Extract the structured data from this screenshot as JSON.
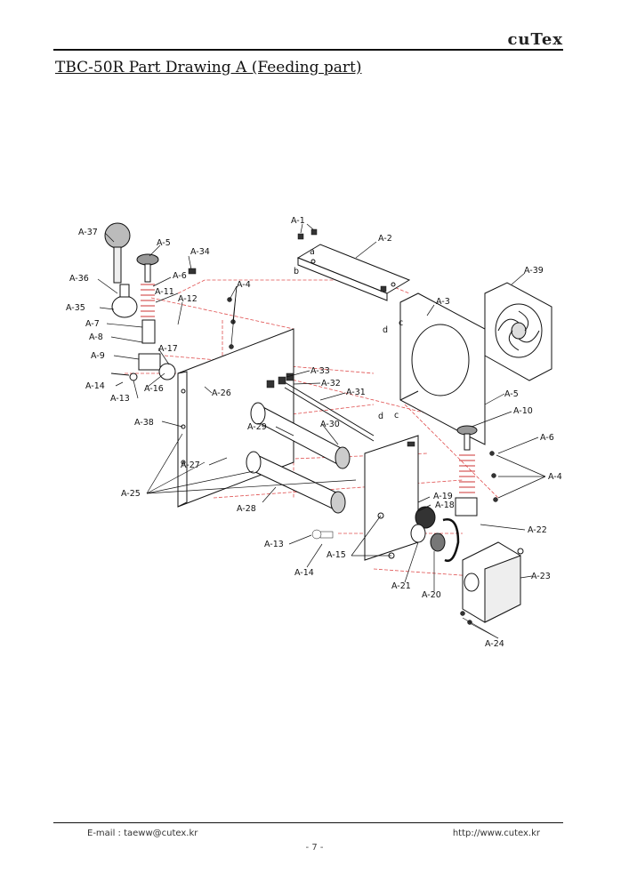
{
  "header": {
    "brand": "cuTex",
    "title": "TBC-50R Part Drawing A (Feeding part)"
  },
  "labels": [
    "A-1",
    "a",
    "A-2",
    "b",
    "A-37",
    "A-5",
    "A-34",
    "A-36",
    "A-6",
    "A-4",
    "A-39",
    "A-11",
    "A-12",
    "A-35",
    "c",
    "d",
    "A-3",
    "A-7",
    "A-8",
    "A-17",
    "A-9",
    "A-33",
    "A-32",
    "A-14",
    "A-16",
    "A-26",
    "A-31",
    "A-5",
    "A-13",
    "A-10",
    "d",
    "c",
    "A-38",
    "A-29",
    "A-30",
    "A-6",
    "A-4",
    "A-27",
    "A-25",
    "A-19",
    "A-18",
    "A-28",
    "A-22",
    "A-13",
    "A-15",
    "A-14",
    "A-23",
    "A-21",
    "A-20",
    "A-24"
  ],
  "footer": {
    "email": "E-mail : taeww@cutex.kr",
    "url": "http://www.cutex.kr",
    "page": "- 7 -"
  }
}
